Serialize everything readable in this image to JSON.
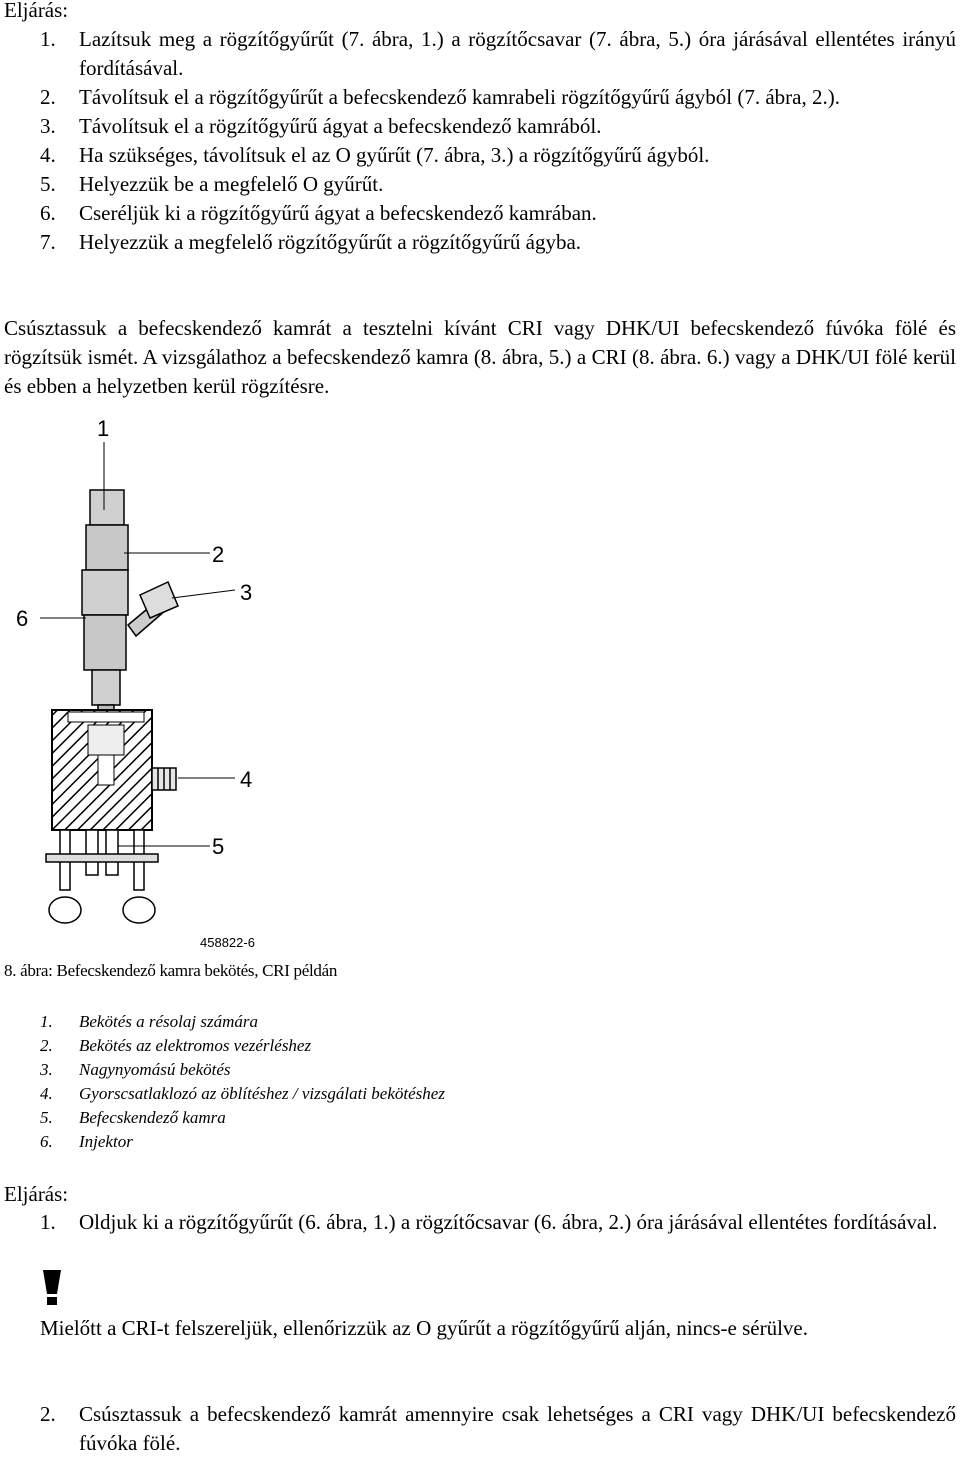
{
  "section1": {
    "heading": "Eljárás:",
    "steps": [
      {
        "num": "1.",
        "text": "Lazítsuk meg a rögzítőgyűrűt (7. ábra, 1.) a rögzítőcsavar (7. ábra, 5.) óra járásával ellentétes irányú fordításával."
      },
      {
        "num": "2.",
        "text": "Távolítsuk el a rögzítőgyűrűt a befecskendező kamrabeli rögzítőgyűrű ágyból (7. ábra, 2.)."
      },
      {
        "num": "3.",
        "text": "Távolítsuk el a rögzítőgyűrű ágyat a befecskendező kamrából."
      },
      {
        "num": "4.",
        "text": "Ha szükséges, távolítsuk el az O gyűrűt (7. ábra, 3.) a rögzítőgyűrű ágyból."
      },
      {
        "num": "5.",
        "text": "Helyezzük be a megfelelő O gyűrűt."
      },
      {
        "num": "6.",
        "text": "Cseréljük ki a rögzítőgyűrű ágyat a befecskendező kamrában."
      },
      {
        "num": "7.",
        "text": "Helyezzük a megfelelő rögzítőgyűrűt a rögzítőgyűrű ágyba."
      }
    ]
  },
  "paragraph1": "Csúsztassuk a befecskendező kamrát a tesztelni kívánt CRI vagy DHK/UI befecskendező fúvóka fölé és rögzítsük ismét. A vizsgálathoz a befecskendező kamra (8. ábra, 5.) a CRI (8. ábra. 6.) vagy a DHK/UI fölé kerül és ebben a helyzetben kerül rögzítésre.",
  "figure": {
    "callouts": [
      "1",
      "2",
      "3",
      "4",
      "5",
      "6"
    ],
    "code": "458822-6"
  },
  "caption": "8. ábra: Befecskendező kamra bekötés, CRI példán",
  "legend": [
    {
      "num": "1.",
      "text": "Bekötés a résolaj számára"
    },
    {
      "num": "2.",
      "text": "Bekötés az elektromos vezérléshez"
    },
    {
      "num": "3.",
      "text": "Nagynyomású bekötés"
    },
    {
      "num": "4.",
      "text": "Gyorscsatlaklozó az öblítéshez / vizsgálati bekötéshez"
    },
    {
      "num": "5.",
      "text": "Befecskendező kamra"
    },
    {
      "num": "6.",
      "text": "Injektor"
    }
  ],
  "section2": {
    "heading": "Eljárás:",
    "step1": {
      "num": "1.",
      "text": "Oldjuk ki a rögzítőgyűrűt (6. ábra, 1.) a rögzítőcsavar (6. ábra, 2.) óra járásával ellentétes fordításával."
    },
    "warning_icon": "exclamation-icon",
    "warning_text": "Mielőtt a CRI-t felszereljük, ellenőrizzük az O gyűrűt a rögzítőgyűrű alján, nincs-e sérülve.",
    "step2": {
      "num": "2.",
      "text": "Csúsztassuk a befecskendező kamrát amennyire csak lehetséges a CRI vagy DHK/UI befecskendező fúvóka fölé."
    }
  }
}
